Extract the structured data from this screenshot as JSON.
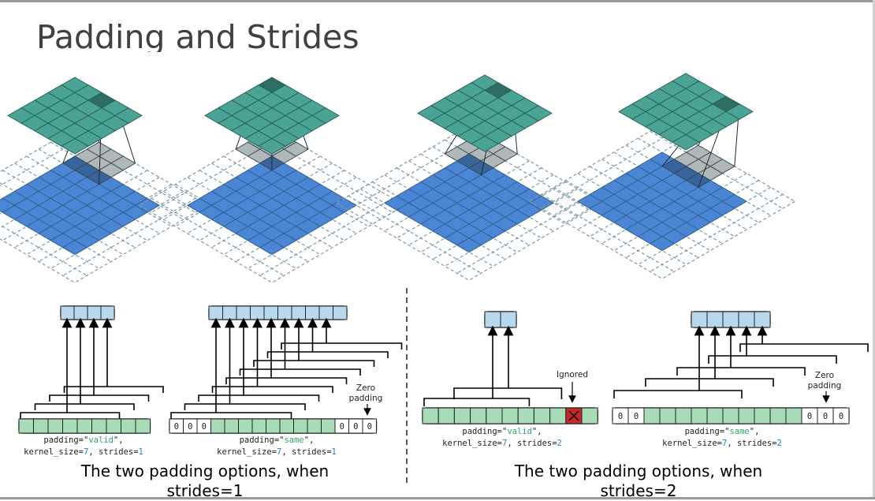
{
  "slide": {
    "title": "Padding and Strides"
  },
  "colors": {
    "teal": "#4aa394",
    "blue": "#4a86d4",
    "gray": "#a8b0b3",
    "cell_green": "#a8dbb8",
    "cell_blue": "#b8d8ee",
    "ignored_red": "#c62828",
    "keyword_green": "#2ea86a",
    "keyword_blue": "#1e88c8"
  },
  "panels": [
    {
      "padding_word": "valid",
      "kernel": "7",
      "stride": "1",
      "line1_prefix": "padding=\"",
      "line1_suffix": "\",",
      "line2_prefix": "kernel_size=",
      "line2_mid": ", strides="
    },
    {
      "padding_word": "same",
      "kernel": "7",
      "stride": "1",
      "line1_prefix": "padding=\"",
      "line1_suffix": "\",",
      "line2_prefix": "kernel_size=",
      "line2_mid": ", strides="
    },
    {
      "padding_word": "valid",
      "kernel": "7",
      "stride": "2",
      "line1_prefix": "padding=\"",
      "line1_suffix": "\",",
      "line2_prefix": "kernel_size=",
      "line2_mid": ", strides="
    },
    {
      "padding_word": "same",
      "kernel": "7",
      "stride": "2",
      "line1_prefix": "padding=\"",
      "line1_suffix": "\",",
      "line2_prefix": "kernel_size=",
      "line2_mid": ", strides="
    }
  ],
  "zero_padding_label": [
    "Zero",
    "padding"
  ],
  "ignored_label": "Ignored",
  "zero_digit": "0",
  "captions": {
    "left": [
      "The two padding options, when",
      "strides=1"
    ],
    "right": [
      "The two padding options, when",
      "strides=2"
    ]
  }
}
